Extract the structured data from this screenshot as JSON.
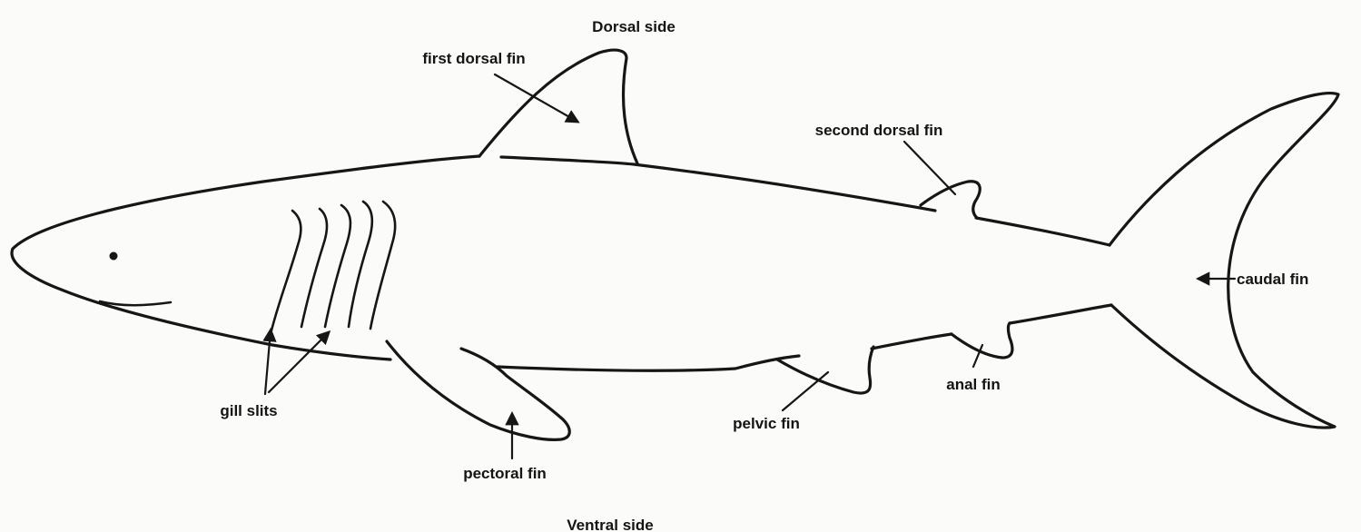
{
  "labels": {
    "dorsal_side": "Dorsal side",
    "first_dorsal_fin": "first dorsal fin",
    "second_dorsal_fin": "second dorsal fin",
    "caudal_fin": "caudal fin",
    "anal_fin": "anal fin",
    "pelvic_fin": "pelvic fin",
    "pectoral_fin": "pectoral fin",
    "gill_slits": "gill slits",
    "ventral_side": "Ventral side"
  },
  "colors": {
    "ink": "#161616",
    "paper": "#fbfbfa"
  }
}
